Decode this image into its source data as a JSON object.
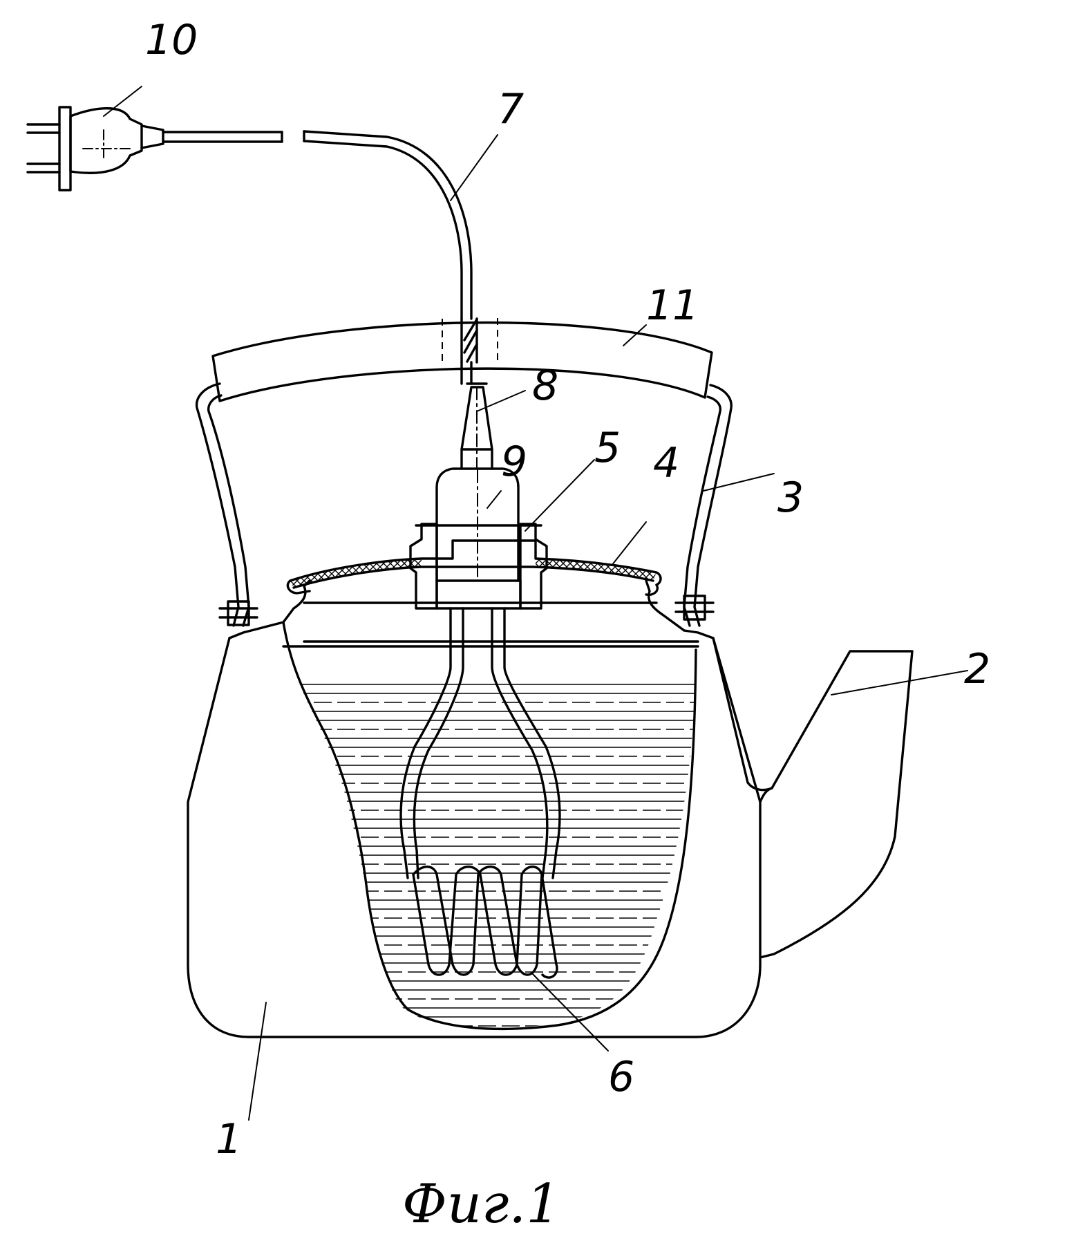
{
  "labels": {
    "body": "1",
    "spout": "2",
    "handle_bracket": "3",
    "lid": "4",
    "seal": "5",
    "heater_coil": "6",
    "cord": "7",
    "cord_sleeve": "8",
    "heater_head": "9",
    "plug": "10",
    "handle_grip": "11"
  },
  "caption": "Фиг.1",
  "colors": {
    "ink": "#000000",
    "paper": "#ffffff"
  }
}
